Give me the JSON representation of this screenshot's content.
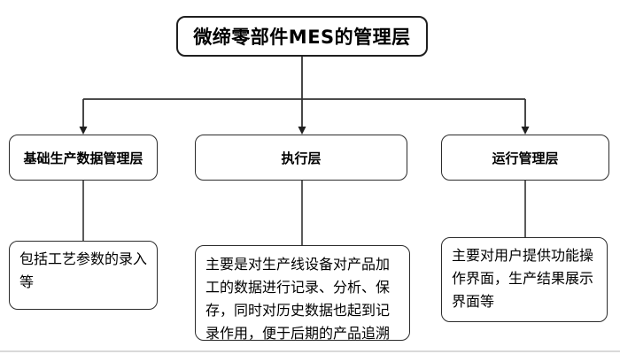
{
  "page": {
    "background": "#ffffff",
    "bottom_divider_color": "#d9d9d9"
  },
  "diagram": {
    "type": "flowchart",
    "colors": {
      "line": "#333333",
      "node_border": "#2b2b2b",
      "node_fill": "#ffffff",
      "text": "#000000"
    },
    "root": {
      "label": "微缔零部件MES的管理层"
    },
    "branches": [
      {
        "header": "基础生产数据管理层",
        "detail": "包括工艺参数的录入等"
      },
      {
        "header": "执行层",
        "detail": "主要是对生产线设备对产品加工的数据进行记录、分析、保存，同时对历史数据也起到记录作用，便于后期的产品追溯"
      },
      {
        "header": "运行管理层",
        "detail": "主要对用户提供功能操作界面，生产结果展示界面等"
      }
    ]
  }
}
